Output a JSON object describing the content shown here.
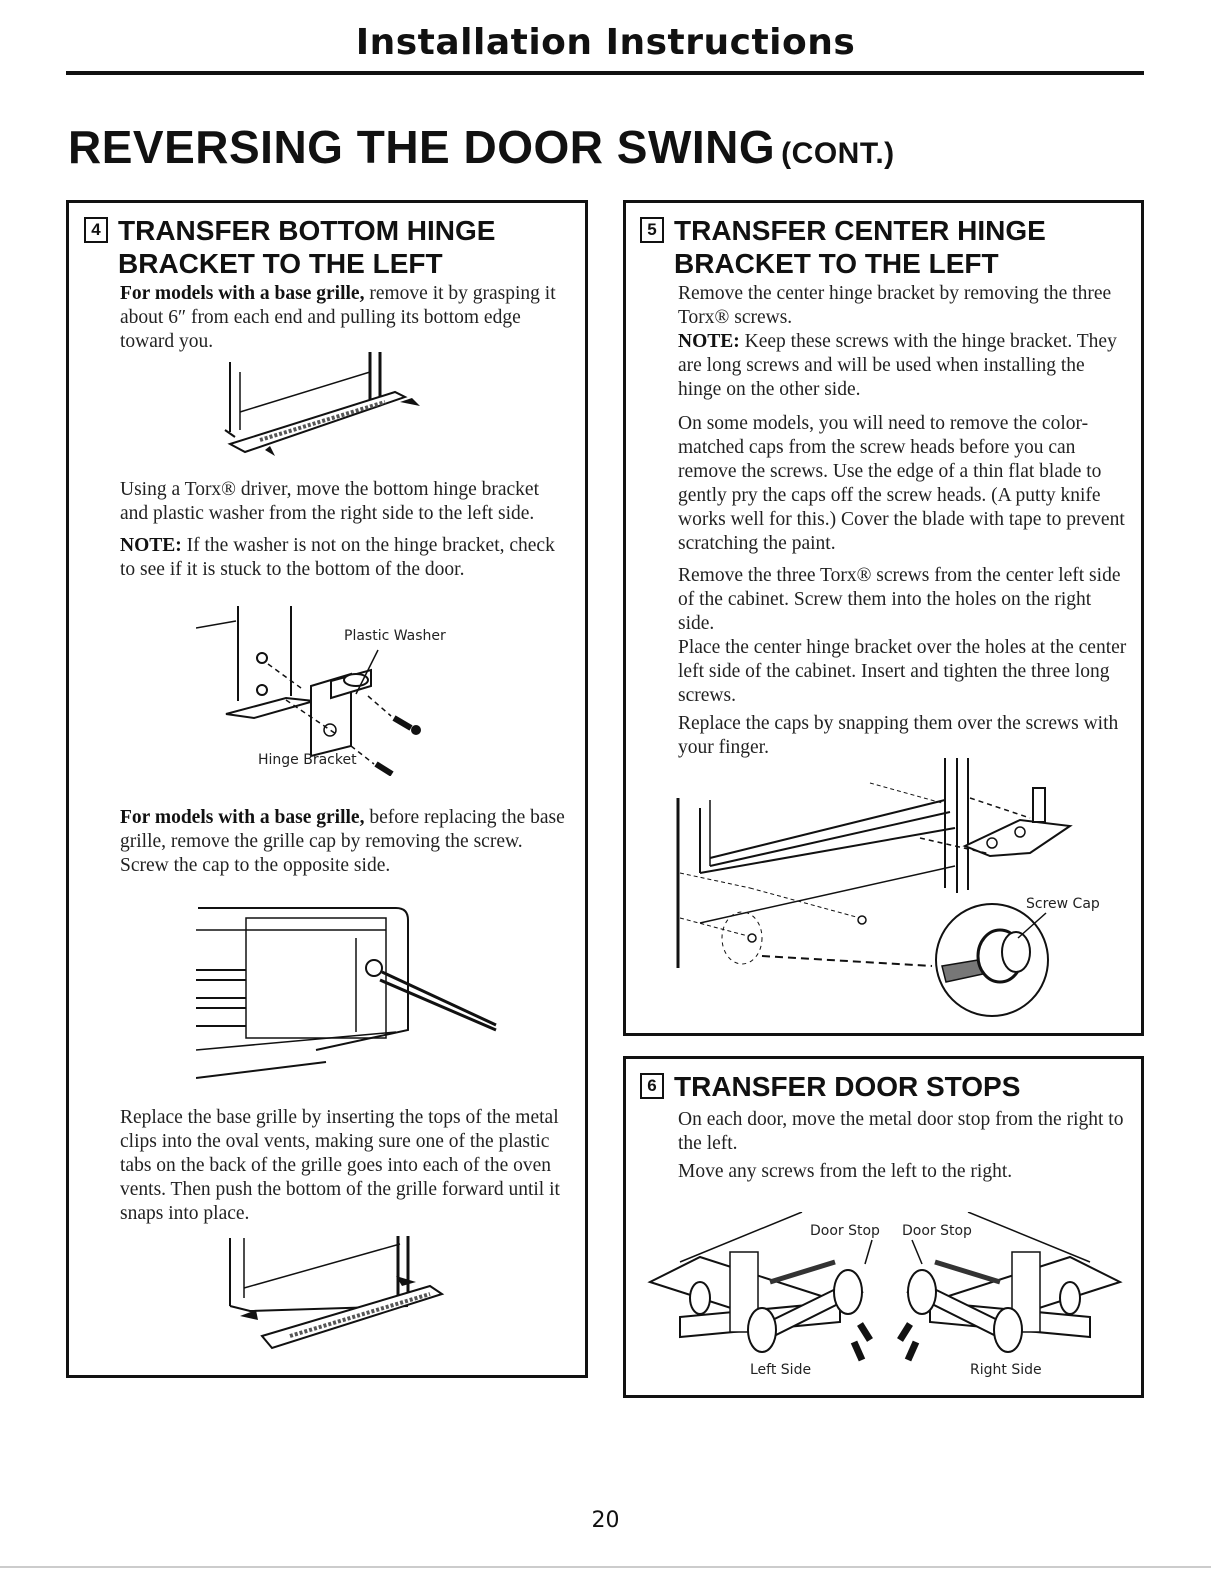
{
  "header": {
    "title": "Installation Instructions"
  },
  "section": {
    "title": "REVERSING THE DOOR SWING",
    "cont": "(CONT.)"
  },
  "step4": {
    "num": "4",
    "title_line1": "TRANSFER BOTTOM HINGE",
    "title_line2": "BRACKET TO THE LEFT",
    "p1_bold": "For models with a base grille,",
    "p1_rest": " remove it by grasping it about 6″ from each end and pulling its bottom edge toward you.",
    "p2": "Using a Torx® driver, move the bottom hinge bracket and plastic washer from the right side to the left side.",
    "p3_bold": "NOTE:",
    "p3_rest": " If the washer is not on the hinge bracket, check to see if it is stuck to the bottom of the door.",
    "fig_label_washer": "Plastic Washer",
    "fig_label_bracket": "Hinge Bracket",
    "p4_bold": "For models with a base grille,",
    "p4_rest": " before replacing the base grille, remove the grille cap by removing the screw. Screw the cap to the opposite side.",
    "p5": "Replace the base grille by inserting the tops of the metal clips into the oval vents, making sure one of the plastic tabs on the back of the grille goes into each of the oven vents. Then push the bottom of the grille forward until it snaps into place."
  },
  "step5": {
    "num": "5",
    "title_line1": "TRANSFER CENTER HINGE",
    "title_line2": "BRACKET TO THE LEFT",
    "p1": "Remove the center hinge bracket by removing the three Torx® screws.",
    "p2_bold": "NOTE:",
    "p2_rest": " Keep these screws with the hinge bracket. They are long screws and will be used when installing the hinge on the other side.",
    "p3": "On some models, you will need to remove the color-matched caps from the screw heads before you can remove the screws. Use the edge of a thin flat blade to gently pry the caps off the screw heads. (A putty knife works well for this.) Cover the blade with tape to prevent scratching the paint.",
    "p4": "Remove the three Torx® screws from the center left side of the cabinet. Screw them into the holes on the right side.",
    "p5": "Place the center hinge bracket over the holes at the center left side of the cabinet. Insert and tighten the three long screws.",
    "p6": "Replace the caps by snapping them over the screws with your finger.",
    "fig_label_cap": "Screw Cap"
  },
  "step6": {
    "num": "6",
    "title_line1": "TRANSFER DOOR STOPS",
    "p1": "On each door, move the metal door stop from the right to the left.",
    "p2": "Move any screws from the left to the right.",
    "fig_label_doorstop1": "Door Stop",
    "fig_label_doorstop2": "Door Stop",
    "fig_label_left": "Left Side",
    "fig_label_right": "Right Side"
  },
  "footer": {
    "page_number": "20"
  }
}
